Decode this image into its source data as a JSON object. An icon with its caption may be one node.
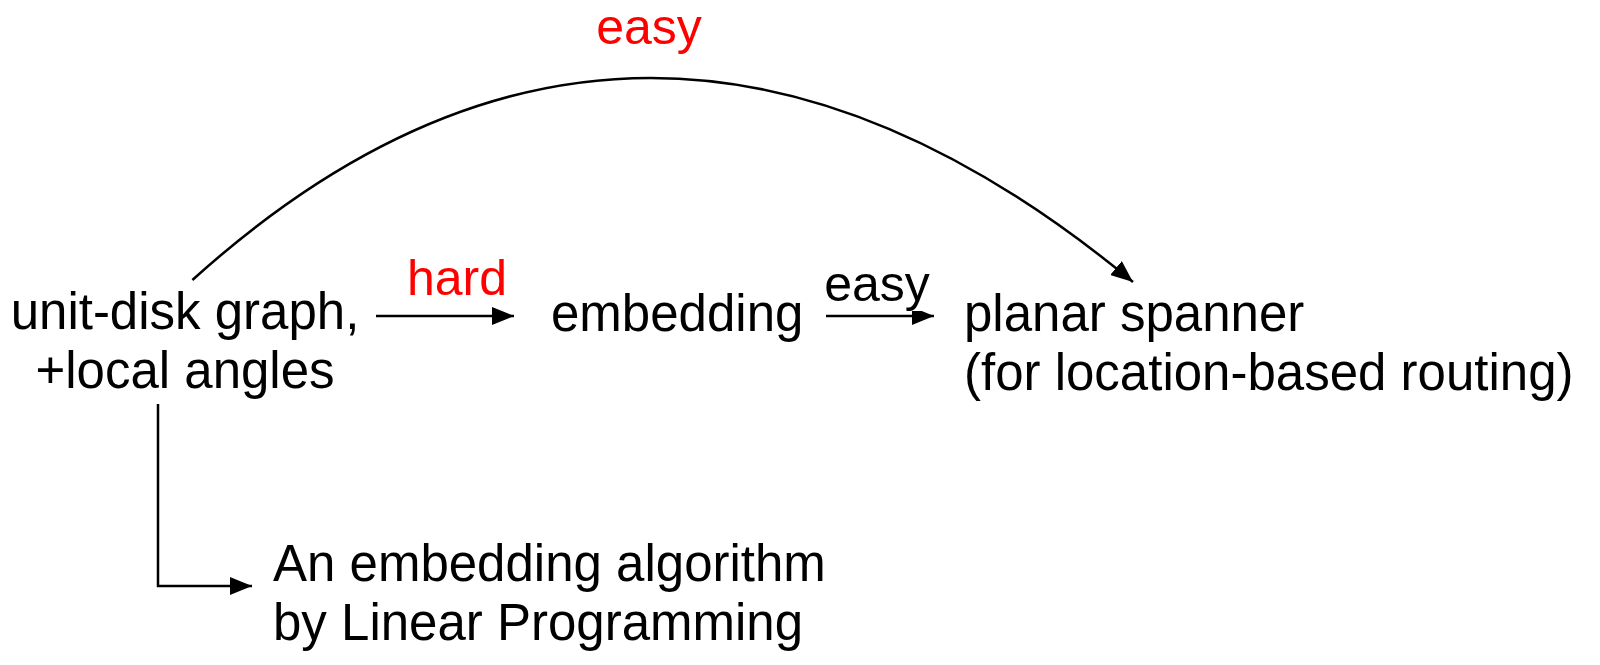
{
  "diagram": {
    "nodes": [
      {
        "text": [
          "unit-disk graph, +local angles"
        ]
      },
      {
        "text": [
          "embedding"
        ]
      },
      {
        "text": [
          "planar spanner",
          "(for location-based routing)"
        ]
      },
      {
        "text": [
          "An embedding algorithm by Linear Programming"
        ]
      }
    ],
    "edges": [
      {
        "from": 0,
        "to": 1,
        "arrow": "to",
        "label": "hard"
      },
      {
        "from": 1,
        "to": 2,
        "arrow": "to",
        "label": "easy"
      },
      {
        "from": 0,
        "to": 2,
        "arrow": "to",
        "label": "easy"
      },
      {
        "from": 0,
        "to": 3,
        "arrow": "to"
      }
    ]
  }
}
